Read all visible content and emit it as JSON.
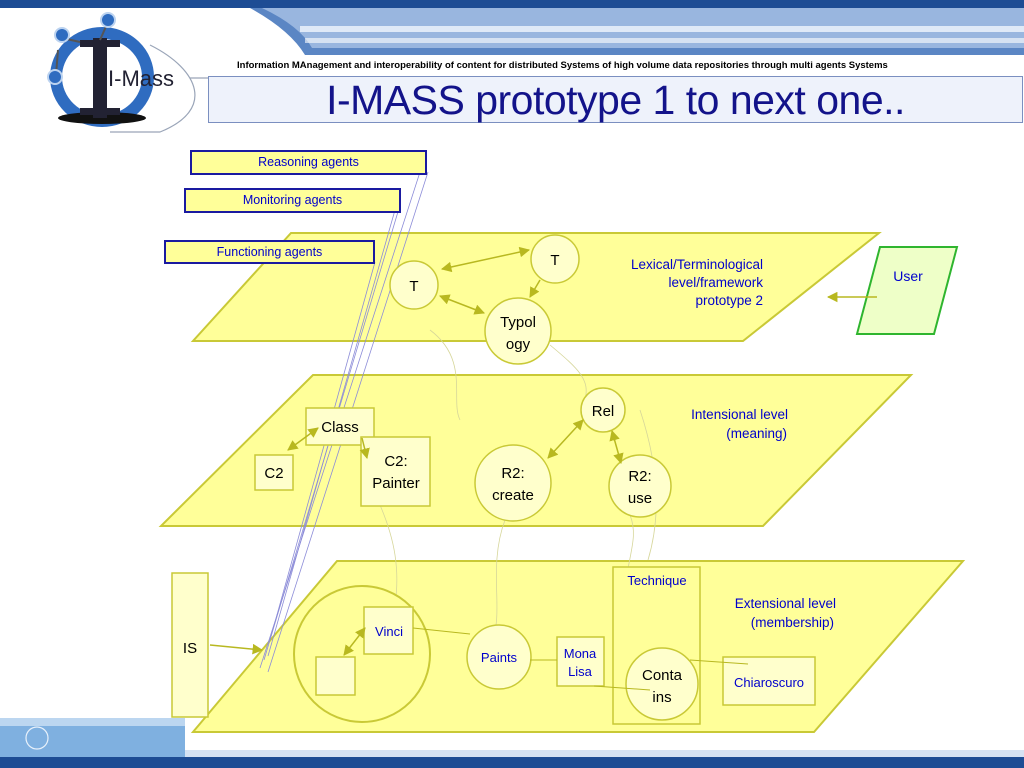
{
  "header": {
    "tagline": "Information MAnagement and interoperability of content for distributed Systems of high volume data repositories through multi agents Systems",
    "title": "I-MASS prototype 1 to next one..",
    "logo_text": "I-Mass"
  },
  "agents": {
    "reasoning": "Reasoning agents",
    "monitoring": "Monitoring agents",
    "functioning": "Functioning agents"
  },
  "lexical": {
    "label_line1": "Lexical/Terminological",
    "label_line2": "level/framework",
    "label_line3": "prototype 2",
    "node_t1": "T",
    "node_t2": "T",
    "typology_line1": "Typol",
    "typology_line2": "ogy"
  },
  "user": {
    "label": "User"
  },
  "intensional": {
    "label_line1": "Intensional level",
    "label_line2": "(meaning)",
    "class": "Class",
    "c2": "C2",
    "c2_painter_line1": "C2:",
    "c2_painter_line2": "Painter",
    "r2_create_line1": "R2:",
    "r2_create_line2": "create",
    "rel": "Rel",
    "r2_use_line1": "R2:",
    "r2_use_line2": "use"
  },
  "extensional": {
    "label_line1": "Extensional level",
    "label_line2": "(membership)",
    "technique": "Technique",
    "vinci": "Vinci",
    "paints": "Paints",
    "mona_line1": "Mona",
    "mona_line2": "Lisa",
    "contains_line1": "Conta",
    "contains_line2": "ins",
    "chiaroscuro": "Chiaroscuro"
  },
  "is_box": {
    "label": "IS"
  },
  "colors": {
    "plane_fill": "#ffff99",
    "plane_stroke": "#c9c936",
    "arrow": "#b8b820",
    "agent_border": "#1a1aa0",
    "text_blue": "#0000cc",
    "title_navy": "#13138a",
    "user_fill": "#eeffc8",
    "user_stroke": "#2fb52f",
    "banner_blue": "#1d4c94"
  }
}
